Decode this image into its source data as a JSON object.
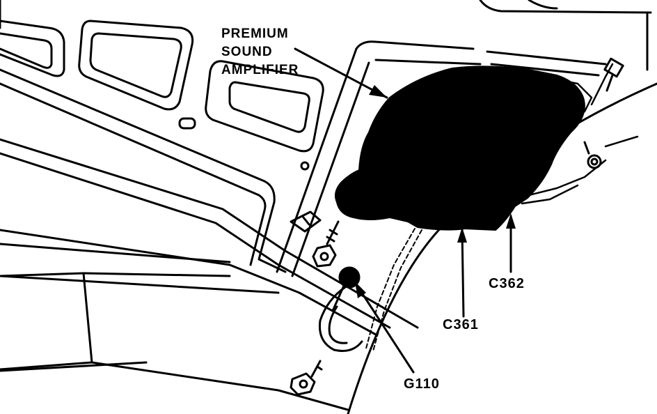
{
  "labels": {
    "amplifier_line1": "PREMIUM",
    "amplifier_line2": "SOUND",
    "amplifier_line3": "AMPLIFIER",
    "connector_c362": "C362",
    "connector_c361": "C361",
    "ground_g110": "G110"
  },
  "colors": {
    "ink": "#000000",
    "paper": "#ffffff"
  }
}
